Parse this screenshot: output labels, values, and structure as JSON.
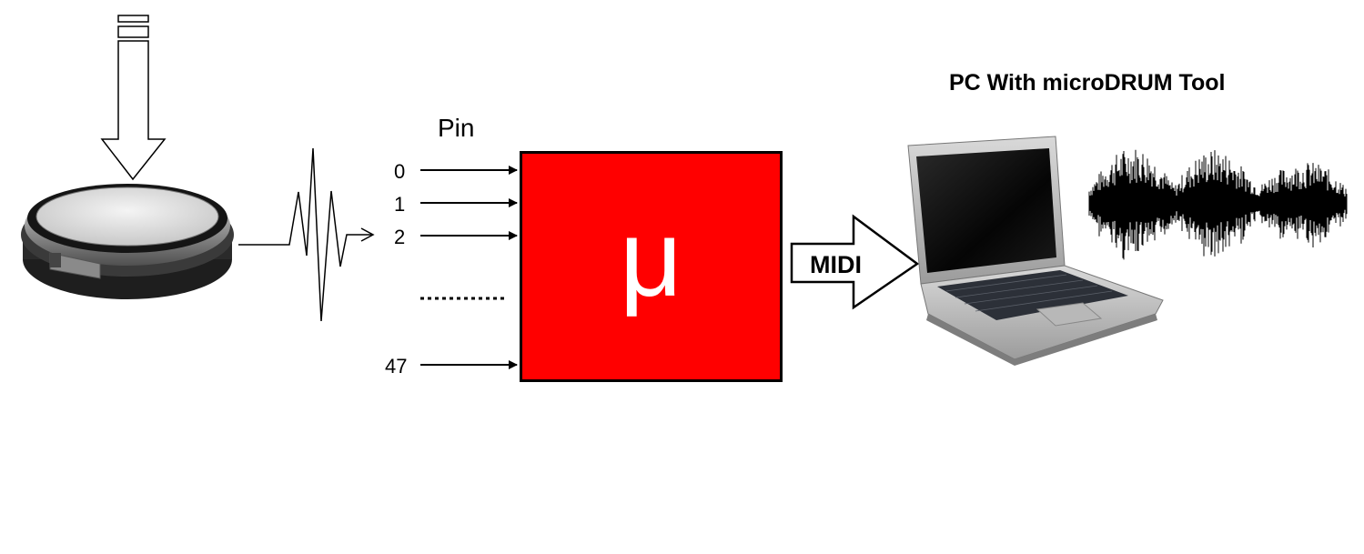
{
  "pin_title": "Pin",
  "pins": [
    "0",
    "1",
    "2",
    "47"
  ],
  "mcu_symbol": "μ",
  "midi_label": "MIDI",
  "pc_title": "PC With microDRUM Tool",
  "colors": {
    "mcu": "#ff0000",
    "line": "#000000",
    "background": "#ffffff"
  },
  "icons": [
    "drum-stick-arrow-icon",
    "drum-pad-icon",
    "piezo-signal-icon",
    "laptop-icon",
    "audio-waveform-icon"
  ]
}
